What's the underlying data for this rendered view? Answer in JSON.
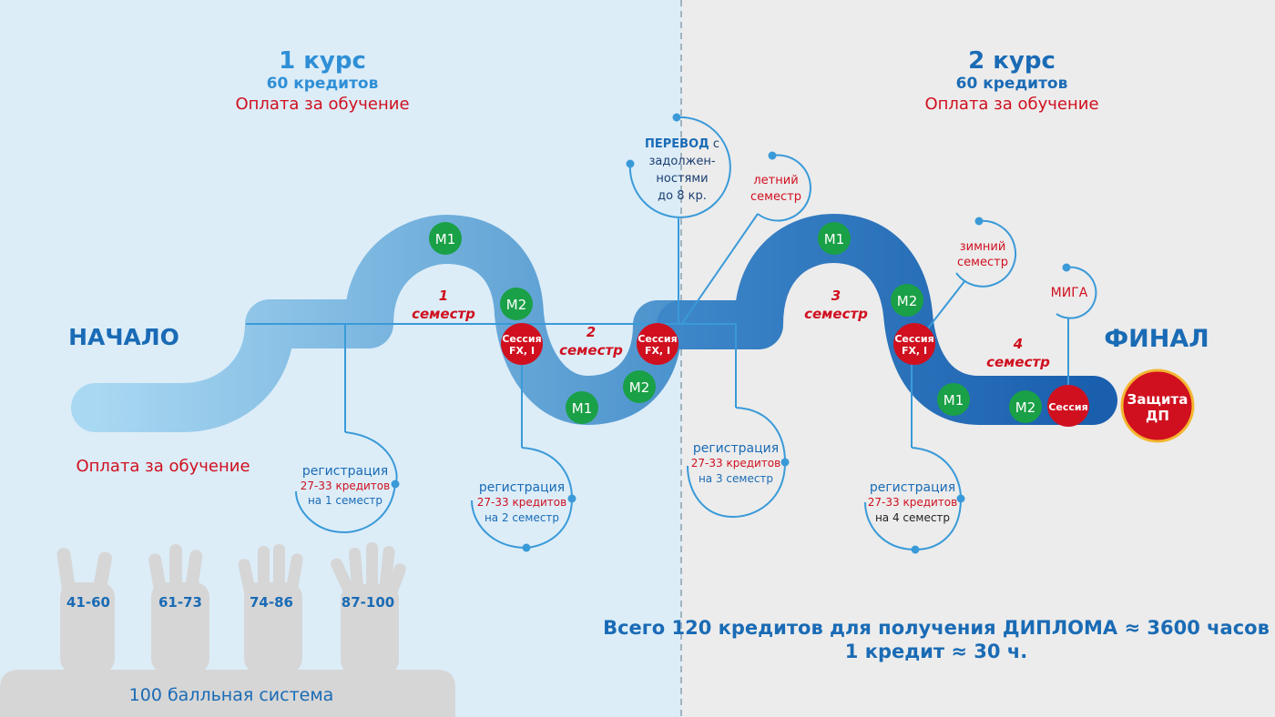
{
  "colors": {
    "left_bg": "#dcedf8",
    "right_bg": "#ececec",
    "blue_dark": "#1a6bb5",
    "blue_light": "#9fd0ee",
    "red": "#d0101f",
    "green": "#1aa046",
    "line": "#3a9ad8",
    "hand": "#d6d6d6"
  },
  "year1": {
    "title": "1 курс",
    "credits": "60 кредитов",
    "payment": "Оплата за обучение"
  },
  "year2": {
    "title": "2 курс",
    "credits": "60 кредитов",
    "payment": "Оплата за обучение"
  },
  "start_label": "НАЧАЛО",
  "finish_label": "ФИНАЛ",
  "start_payment": "Оплата за обучение",
  "semesters": [
    {
      "num": "1",
      "word": "семестр"
    },
    {
      "num": "2",
      "word": "семестр"
    },
    {
      "num": "3",
      "word": "семестр"
    },
    {
      "num": "4",
      "word": "семестр"
    }
  ],
  "module_m1": "М1",
  "module_m2": "М2",
  "session": {
    "line1": "Сессия",
    "line2": "FX, I"
  },
  "final_session": "Сессия",
  "defense": {
    "line1": "Защита",
    "line2": "ДП"
  },
  "transfer": {
    "bold": "ПЕРЕВОД",
    "rest1": " с",
    "line2": "задолжен-",
    "line3": "ностями",
    "line4": "до 8 кр."
  },
  "summer": {
    "line1": "летний",
    "line2": "семестр"
  },
  "winter": {
    "line1": "зимний",
    "line2": "семестр"
  },
  "miga": "МИГА",
  "registrations": [
    {
      "title": "регистрация",
      "credits": "27-33 кредитов",
      "sem": "на 1 семестр"
    },
    {
      "title": "регистрация",
      "credits": "27-33 кредитов",
      "sem": "на 2 семестр"
    },
    {
      "title": "регистрация",
      "credits": "27-33 кредитов",
      "sem": "на 3 семестр"
    },
    {
      "title": "регистрация",
      "credits": "27-33 кредитов",
      "sem": "на 4 семестр"
    }
  ],
  "grades": [
    "41-60",
    "61-73",
    "74-86",
    "87-100"
  ],
  "grading_system": "100 балльная система",
  "total_line1": "Всего 120 кредитов для получения ДИПЛОМА ≈ 3600 часов",
  "total_line2": "1 кредит ≈ 30 ч."
}
